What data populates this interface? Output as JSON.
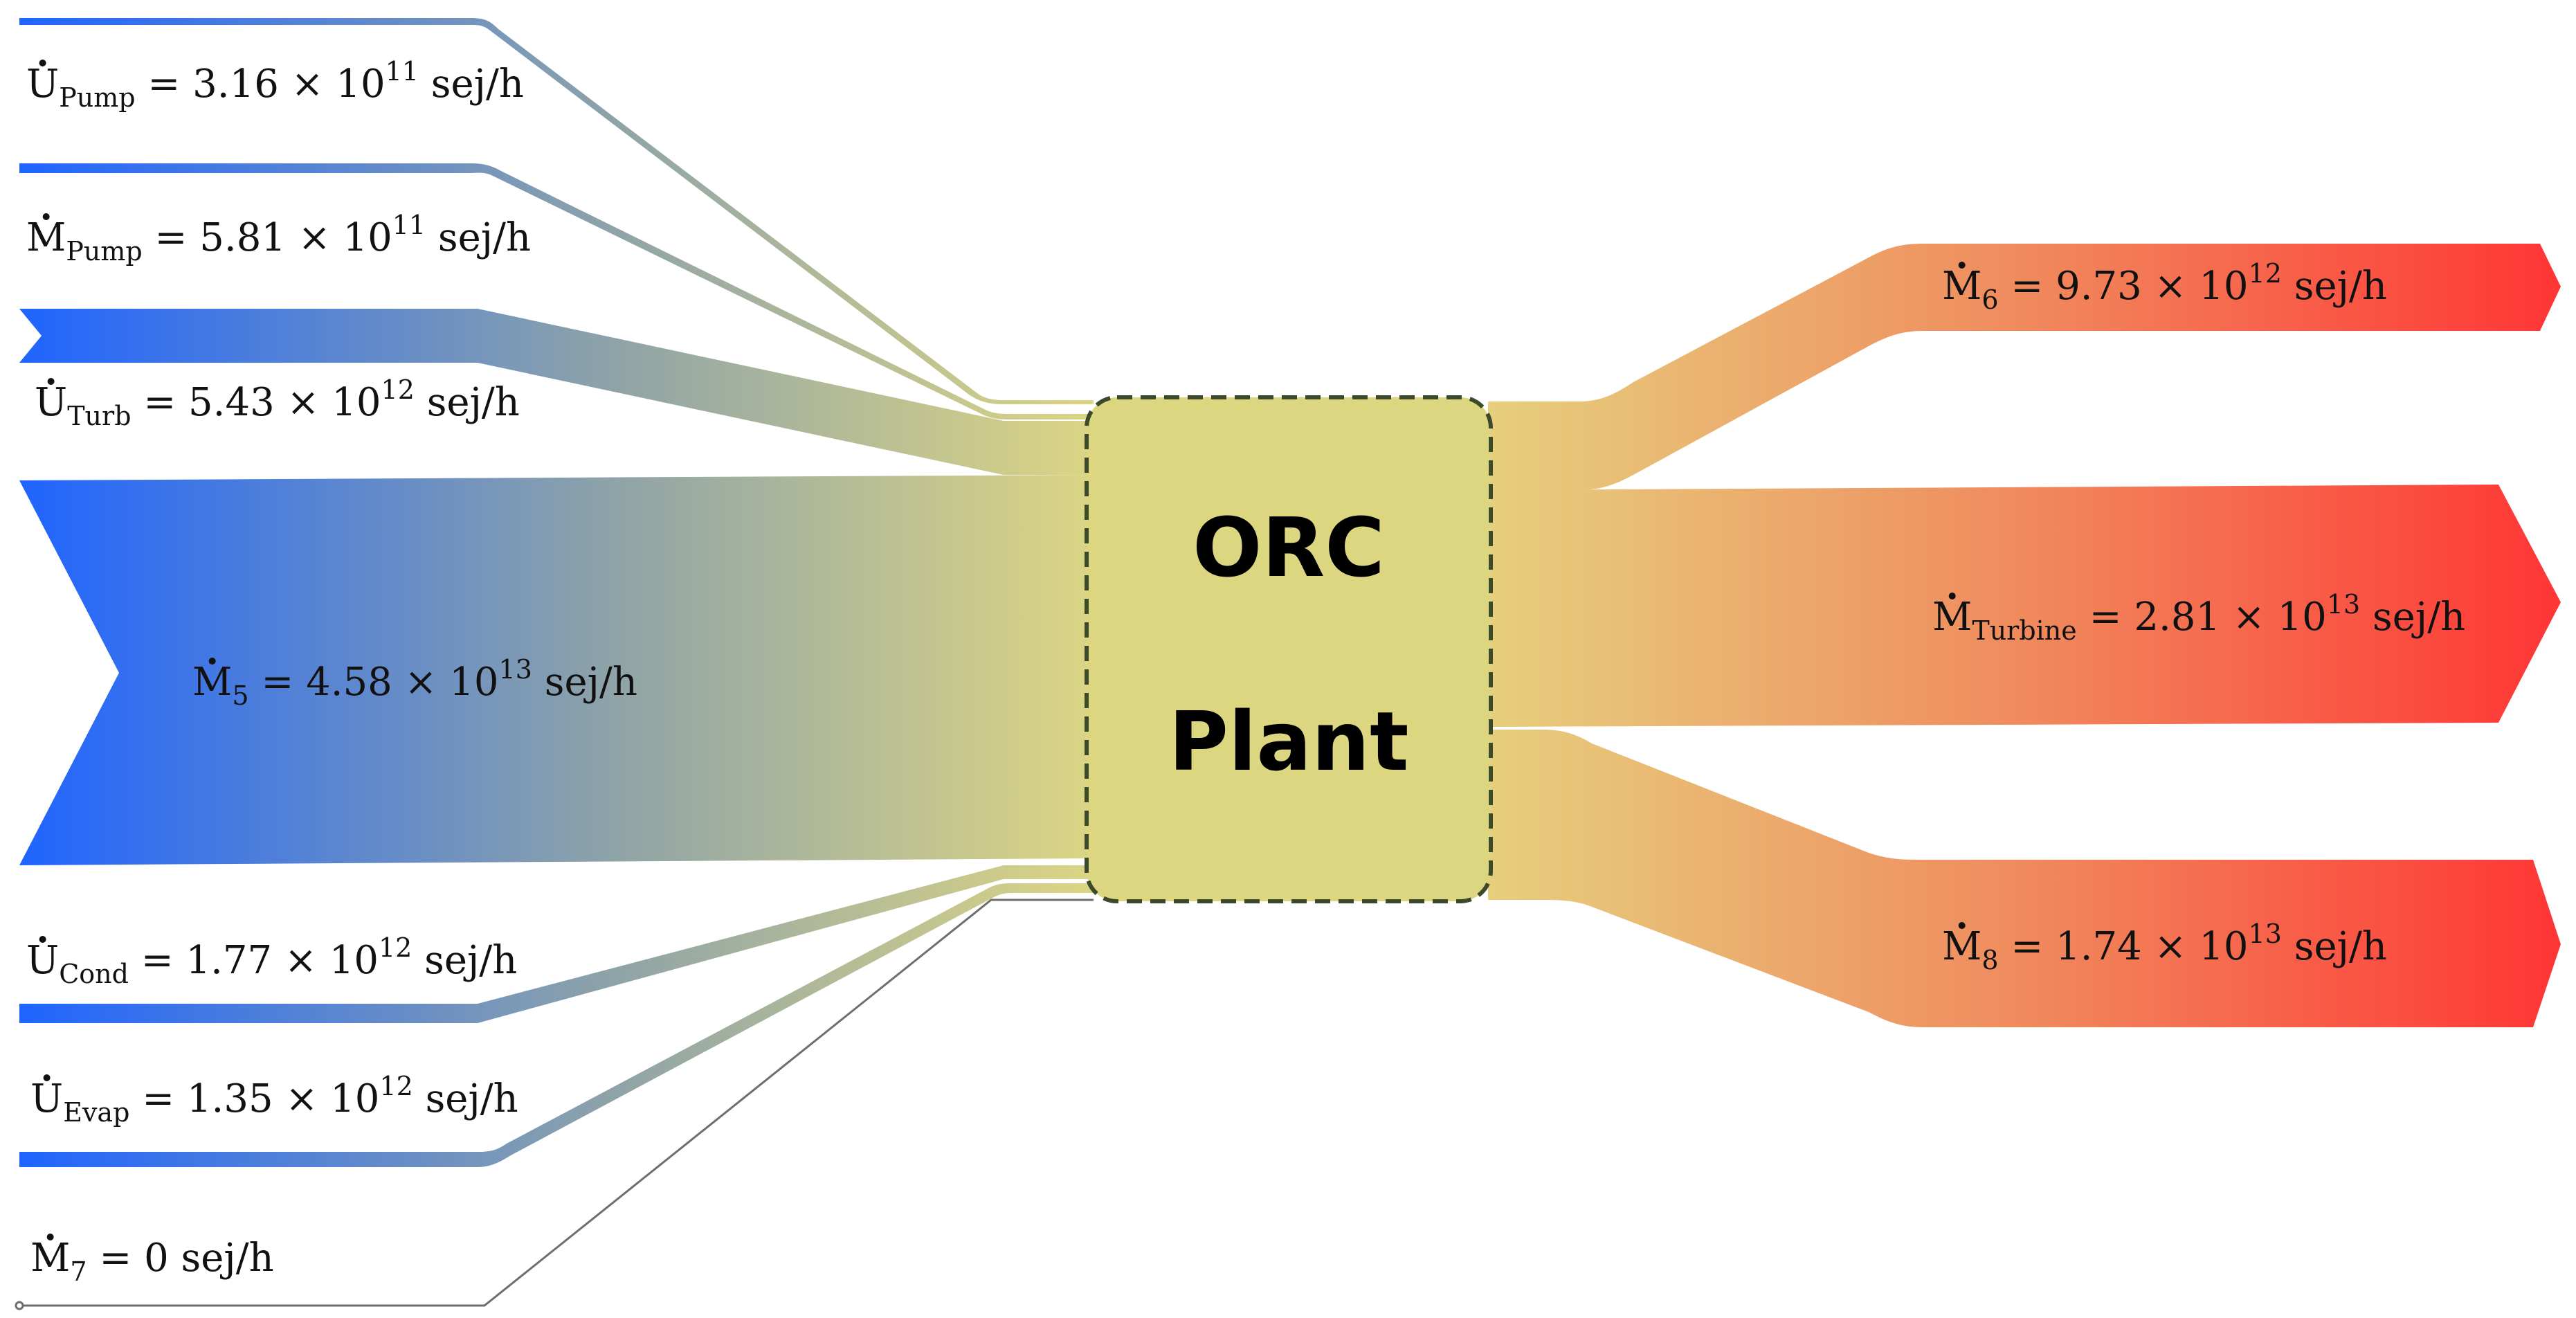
{
  "colors": {
    "input_blue": "#1f64ff",
    "plant_yellow": "#ddd680",
    "output_red": "#ff3535",
    "mid_yellow": "#dcd584",
    "plant_border": "#3b4a2a"
  },
  "plant": {
    "line1": "ORC",
    "line2": "Plant"
  },
  "inputs": [
    {
      "id": "u-pump",
      "symbol": "U",
      "subscript": "Pump",
      "mantissa": "3.16",
      "exponent": "11",
      "unit": "sej/h",
      "value_sej_per_h": 316000000000.0
    },
    {
      "id": "m-pump",
      "symbol": "M",
      "subscript": "Pump",
      "mantissa": "5.81",
      "exponent": "11",
      "unit": "sej/h",
      "value_sej_per_h": 581000000000.0
    },
    {
      "id": "u-turb",
      "symbol": "U",
      "subscript": "Turb",
      "mantissa": "5.43",
      "exponent": "12",
      "unit": "sej/h",
      "value_sej_per_h": 5430000000000.0
    },
    {
      "id": "m-5",
      "symbol": "M",
      "subscript": "5",
      "mantissa": "4.58",
      "exponent": "13",
      "unit": "sej/h",
      "value_sej_per_h": 45800000000000.0
    },
    {
      "id": "u-cond",
      "symbol": "U",
      "subscript": "Cond",
      "mantissa": "1.77",
      "exponent": "12",
      "unit": "sej/h",
      "value_sej_per_h": 1770000000000.0
    },
    {
      "id": "u-evap",
      "symbol": "U",
      "subscript": "Evap",
      "mantissa": "1.35",
      "exponent": "12",
      "unit": "sej/h",
      "value_sej_per_h": 1350000000000.0
    },
    {
      "id": "m-7",
      "symbol": "M",
      "subscript": "7",
      "plain_value": "0 sej/h",
      "value_sej_per_h": 0
    }
  ],
  "outputs": [
    {
      "id": "m-6",
      "symbol": "M",
      "subscript": "6",
      "mantissa": "9.73",
      "exponent": "12",
      "unit": "sej/h",
      "value_sej_per_h": 9730000000000.0
    },
    {
      "id": "m-turbine",
      "symbol": "M",
      "subscript": "Turbine",
      "mantissa": "2.81",
      "exponent": "13",
      "unit": "sej/h",
      "value_sej_per_h": 28100000000000.0
    },
    {
      "id": "m-8",
      "symbol": "M",
      "subscript": "8",
      "mantissa": "1.74",
      "exponent": "13",
      "unit": "sej/h",
      "value_sej_per_h": 17400000000000.0
    }
  ]
}
